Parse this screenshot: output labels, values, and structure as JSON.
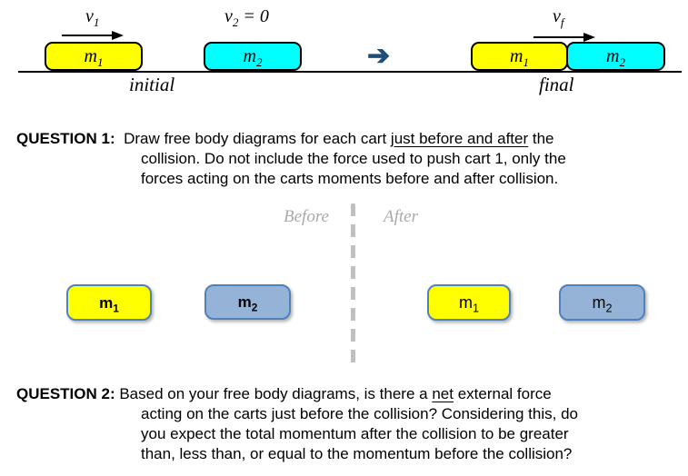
{
  "diagram": {
    "v1_label": {
      "main": "v",
      "sub": "1"
    },
    "v2_label": {
      "main": "v",
      "sub": "2",
      "rest": " = 0"
    },
    "vf_label": {
      "main": "v",
      "sub": "f"
    },
    "initial_caption": "initial",
    "final_caption": "final",
    "transition_arrow": "➔",
    "initial_cart1": {
      "main": "m",
      "sub": "1"
    },
    "initial_cart2": {
      "main": "m",
      "sub": "2"
    },
    "final_cart1": {
      "main": "m",
      "sub": "1"
    },
    "final_cart2": {
      "main": "m",
      "sub": "2"
    }
  },
  "question1": {
    "label": "QUESTION 1:",
    "lines": [
      [
        {
          "t": "  Draw free body diagrams for each cart "
        },
        {
          "t": "just before and after",
          "u": true
        },
        {
          "t": " the"
        }
      ],
      [
        {
          "t": "collision. Do not include the force used to push cart 1, only the"
        }
      ],
      [
        {
          "t": "forces acting on the carts moments before and after collision."
        }
      ]
    ]
  },
  "fbd": {
    "before_label": "Before",
    "after_label": "After",
    "before_cart1": {
      "main": "m",
      "sub": "1"
    },
    "before_cart2": {
      "main": "m",
      "sub": "2"
    },
    "after_cart1": {
      "main": "m",
      "sub": "1"
    },
    "after_cart2": {
      "main": "m",
      "sub": "2"
    }
  },
  "question2": {
    "label": "QUESTION 2:",
    "lines": [
      [
        {
          "t": " Based on your free body diagrams, is there a "
        },
        {
          "t": "net",
          "u": true
        },
        {
          "t": " external force"
        }
      ],
      [
        {
          "t": "acting on the carts just before the collision? Considering this, do"
        }
      ],
      [
        {
          "t": "you expect the total momentum after the collision to be greater"
        }
      ],
      [
        {
          "t": "than, less than, or equal to the momentum before the collision?"
        }
      ]
    ]
  },
  "colors": {
    "cart1_fill": "#ffff00",
    "cart2_fill_top": "#00ffff",
    "fbd_cart2_fill": "#95b3d7",
    "fbd_border": "#4f81bd",
    "transition_arrow": "#1f4e79",
    "muted_label": "#a9a9a9",
    "divider": "#b9b9b9"
  }
}
